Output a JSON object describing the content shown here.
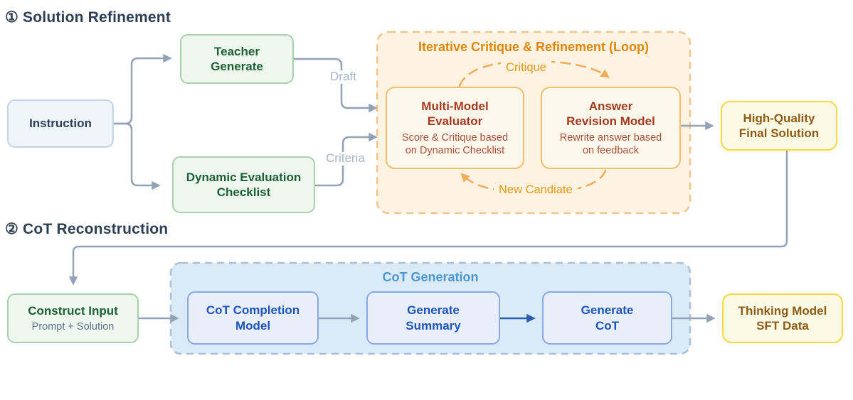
{
  "colors": {
    "heading": "#2e3f55",
    "connector": "#93a2b6",
    "connector_label": "#a6b4cb",
    "neutral_fill": "#eef4f9",
    "neutral_border": "#c6d4e2",
    "green_fill": "#edf7ee",
    "green_border": "#abcfad",
    "green_text": "#1d6038",
    "orange_container_fill": "#fdf3e2",
    "orange_container_border": "#edc78f",
    "orange_title": "#e08604",
    "orange_box_fill": "#fef8ec",
    "orange_box_border": "#f7bd69",
    "red_title": "#a53a20",
    "red_body": "#a5503a",
    "loop_arrow": "#f2ab57",
    "loop_label": "#e9970e",
    "yellow_fill": "#fcf9e4",
    "yellow_border": "#f6d93c",
    "brown_text": "#8d5c17",
    "blue_container_fill": "#daeaf7",
    "blue_container_border": "#a8c0d8",
    "blue_title": "#4f97cf",
    "blue_box_fill": "#e9eefb",
    "blue_box_border": "#89a9e2",
    "blue_text": "#1c54ba",
    "blue_arrow": "#2b5cb0",
    "subtitle_gray": "#5f7187"
  },
  "stage1": {
    "title": "① Solution Refinement",
    "instruction": "Instruction",
    "teacher_generate": "Teacher\nGenerate",
    "dynamic_checklist": "Dynamic Evaluation\nChecklist",
    "draft_label": "Draft",
    "criteria_label": "Criteria",
    "loop": {
      "title": "Iterative Critique & Refinement (Loop)",
      "critique_label": "Critique",
      "new_candidate_label": "New Candiate",
      "evaluator_title": "Multi-Model\nEvaluator",
      "evaluator_subtitle": "Score & Critique based\non Dynamic Checklist",
      "revision_title": "Answer\nRevision Model",
      "revision_subtitle": "Rewrite answer based\non feedback"
    },
    "final_solution": "High-Quality\nFinal Solution"
  },
  "stage2": {
    "title": "② CoT Reconstruction",
    "construct_input_title": "Construct Input",
    "construct_input_subtitle": "Prompt + Solution",
    "cot_generation": {
      "title": "CoT Generation",
      "completion_model": "CoT Completion\nModel",
      "generate_summary": "Generate\nSummary",
      "generate_cot": "Generate\nCoT"
    },
    "sft_data": "Thinking Model\nSFT Data"
  }
}
